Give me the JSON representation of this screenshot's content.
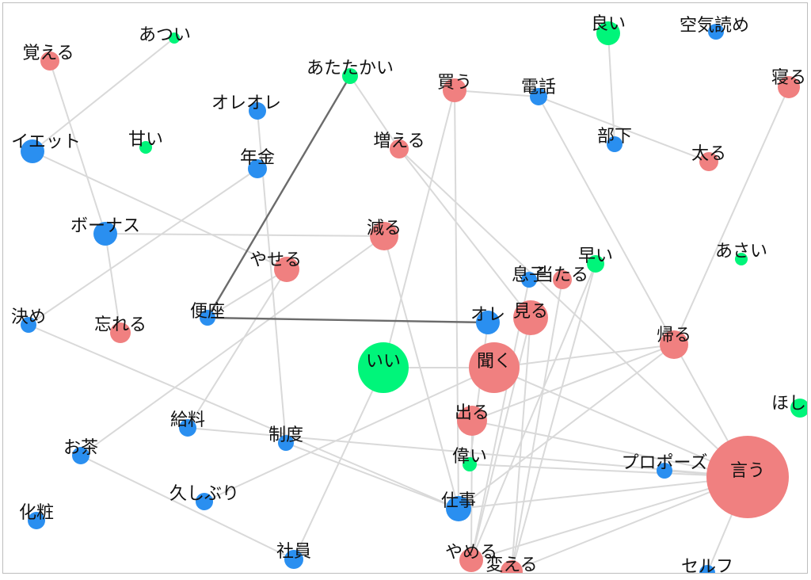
{
  "colors": {
    "verb": "#f08080",
    "noun": "#2a8ff0",
    "adjective": "#00f57a",
    "edge": "#d9d9d9",
    "edge_highlight": "#6b6b6b"
  },
  "nodes": [
    {
      "id": "atsui",
      "label": "あつい",
      "type": "adjective"
    },
    {
      "id": "oboeru",
      "label": "覚える",
      "type": "verb"
    },
    {
      "id": "yoi",
      "label": "良い",
      "type": "adjective"
    },
    {
      "id": "kuuki",
      "label": "空気読め",
      "type": "noun"
    },
    {
      "id": "atatakai",
      "label": "あたたかい",
      "type": "adjective"
    },
    {
      "id": "kau",
      "label": "買う",
      "type": "verb"
    },
    {
      "id": "denwa",
      "label": "電話",
      "type": "noun"
    },
    {
      "id": "neru",
      "label": "寝る",
      "type": "verb"
    },
    {
      "id": "oreore",
      "label": "オレオレ",
      "type": "noun"
    },
    {
      "id": "diet",
      "label": "イエット",
      "type": "noun"
    },
    {
      "id": "amai",
      "label": "甘い",
      "type": "adjective"
    },
    {
      "id": "fueru",
      "label": "増える",
      "type": "verb"
    },
    {
      "id": "buka",
      "label": "部下",
      "type": "noun"
    },
    {
      "id": "futoru",
      "label": "太る",
      "type": "verb"
    },
    {
      "id": "nenkin",
      "label": "年金",
      "type": "noun"
    },
    {
      "id": "bonus",
      "label": "ボーナス",
      "type": "noun"
    },
    {
      "id": "heru",
      "label": "減る",
      "type": "verb"
    },
    {
      "id": "yaseru",
      "label": "やせる",
      "type": "verb"
    },
    {
      "id": "musuko",
      "label": "息子",
      "type": "noun"
    },
    {
      "id": "ataru",
      "label": "当たる",
      "type": "verb"
    },
    {
      "id": "hayai",
      "label": "早い",
      "type": "adjective"
    },
    {
      "id": "asai",
      "label": "あさい",
      "type": "adjective"
    },
    {
      "id": "kime",
      "label": "決め",
      "type": "noun"
    },
    {
      "id": "wasureru",
      "label": "忘れる",
      "type": "verb"
    },
    {
      "id": "benza",
      "label": "便座",
      "type": "noun"
    },
    {
      "id": "ore",
      "label": "オレ",
      "type": "noun"
    },
    {
      "id": "miru",
      "label": "見る",
      "type": "verb"
    },
    {
      "id": "kaeru",
      "label": "帰る",
      "type": "verb"
    },
    {
      "id": "ii",
      "label": "いい",
      "type": "adjective"
    },
    {
      "id": "kiku",
      "label": "聞く",
      "type": "verb"
    },
    {
      "id": "hoshii",
      "label": "ほし",
      "type": "adjective"
    },
    {
      "id": "kyuuryou",
      "label": "給料",
      "type": "noun"
    },
    {
      "id": "seido",
      "label": "制度",
      "type": "noun"
    },
    {
      "id": "deru",
      "label": "出る",
      "type": "verb"
    },
    {
      "id": "ocha",
      "label": "お茶",
      "type": "noun"
    },
    {
      "id": "erai",
      "label": "偉い",
      "type": "adjective"
    },
    {
      "id": "propose",
      "label": "プロポーズ",
      "type": "noun"
    },
    {
      "id": "iu",
      "label": "言う",
      "type": "verb"
    },
    {
      "id": "hisashiburi",
      "label": "久しぶり",
      "type": "noun"
    },
    {
      "id": "shigoto",
      "label": "仕事",
      "type": "noun"
    },
    {
      "id": "keshou",
      "label": "化粧",
      "type": "noun"
    },
    {
      "id": "shain",
      "label": "社員",
      "type": "noun"
    },
    {
      "id": "yameru",
      "label": "やめる",
      "type": "verb"
    },
    {
      "id": "kaeru2",
      "label": "変える",
      "type": "verb"
    },
    {
      "id": "self",
      "label": "セルフ",
      "type": "noun"
    }
  ],
  "edges": [
    [
      "atsui",
      "diet"
    ],
    [
      "oboeru",
      "bonus"
    ],
    [
      "bonus",
      "wasureru"
    ],
    [
      "diet",
      "yaseru"
    ],
    [
      "atatakai",
      "fueru"
    ],
    [
      "kau",
      "ii"
    ],
    [
      "kau",
      "shigoto"
    ],
    [
      "kau",
      "denwa"
    ],
    [
      "denwa",
      "futoru"
    ],
    [
      "denwa",
      "iu"
    ],
    [
      "yoi",
      "buka"
    ],
    [
      "neru",
      "kaeru"
    ],
    [
      "oreore",
      "seido"
    ],
    [
      "nenkin",
      "kime"
    ],
    [
      "bonus",
      "heru"
    ],
    [
      "heru",
      "ocha"
    ],
    [
      "heru",
      "shigoto"
    ],
    [
      "fueru",
      "iu"
    ],
    [
      "yaseru",
      "benza"
    ],
    [
      "kime",
      "shigoto"
    ],
    [
      "kyuuryou",
      "yaseru"
    ],
    [
      "kyuuryou",
      "iu"
    ],
    [
      "hisashiburi",
      "kiku"
    ],
    [
      "ii",
      "kiku"
    ],
    [
      "kiku",
      "iu"
    ],
    [
      "kiku",
      "kaeru"
    ],
    [
      "deru",
      "iu"
    ],
    [
      "erai",
      "iu"
    ],
    [
      "erai",
      "ore"
    ],
    [
      "propose",
      "iu"
    ],
    [
      "shigoto",
      "iu"
    ],
    [
      "yameru",
      "iu"
    ],
    [
      "kaeru2",
      "iu"
    ],
    [
      "miru",
      "yameru"
    ],
    [
      "miru",
      "kaeru2"
    ],
    [
      "musuko",
      "yameru"
    ],
    [
      "ataru",
      "kaeru2"
    ],
    [
      "hayai",
      "yameru"
    ],
    [
      "hayai",
      "kaeru2"
    ],
    [
      "ocha",
      "shain"
    ],
    [
      "ii",
      "shain"
    ],
    [
      "kaeru",
      "deru"
    ],
    [
      "iu",
      "self"
    ],
    [
      "deru",
      "yameru"
    ],
    [
      "fueru",
      "miru"
    ],
    [
      "seido",
      "shigoto"
    ],
    [
      "kaeru",
      "shigoto"
    ]
  ],
  "highlighted_path": [
    "atatakai",
    "benza",
    "ore"
  ]
}
